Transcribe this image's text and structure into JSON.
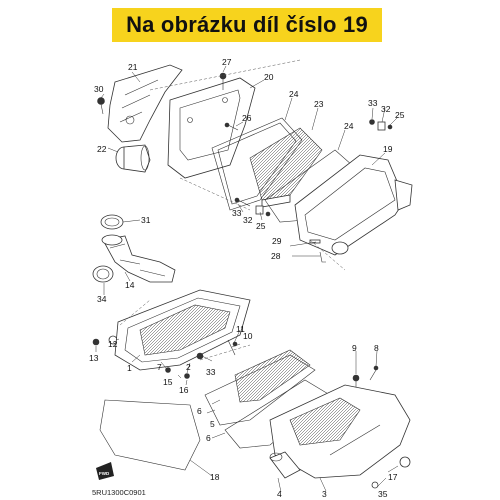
{
  "banner": {
    "text": "Na obrázku díl číslo 19",
    "background": "#f7d31d",
    "text_color": "#111111"
  },
  "diagram": {
    "code": "5RU1300C0901",
    "fwd_label": "FWD",
    "part_numbers": [
      "21",
      "27",
      "20",
      "30",
      "24",
      "23",
      "33",
      "32",
      "25",
      "26",
      "22",
      "24",
      "19",
      "31",
      "33",
      "32",
      "25",
      "29",
      "28",
      "14",
      "34",
      "11",
      "10",
      "12",
      "13",
      "9",
      "8",
      "1",
      "7",
      "2",
      "33",
      "15",
      "16",
      "5",
      "6",
      "6",
      "18",
      "4",
      "3",
      "35",
      "17"
    ]
  }
}
